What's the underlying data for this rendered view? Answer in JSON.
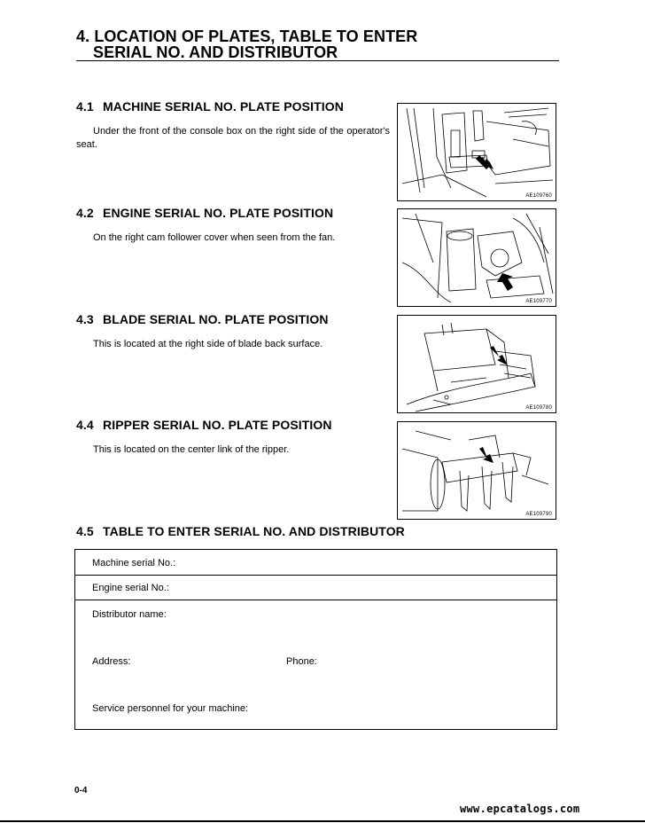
{
  "title": {
    "line1": "4. LOCATION OF PLATES, TABLE TO ENTER",
    "line2": "SERIAL NO. AND DISTRIBUTOR"
  },
  "sections": [
    {
      "num": "4.1",
      "heading": "MACHINE SERIAL NO. PLATE POSITION",
      "text": "Under the front of the console box on the right side of the operator's seat.",
      "figure_code": "AE109760"
    },
    {
      "num": "4.2",
      "heading": "ENGINE SERIAL NO. PLATE POSITION",
      "text": "On the right cam follower cover when seen from the fan.",
      "figure_code": "AE109770"
    },
    {
      "num": "4.3",
      "heading": "BLADE SERIAL NO. PLATE POSITION",
      "text": "This is located at the right side of blade back surface.",
      "figure_code": "AE109780"
    },
    {
      "num": "4.4",
      "heading": "RIPPER SERIAL NO. PLATE POSITION",
      "text": "This is located on the center link of the ripper.",
      "figure_code": "AE109790"
    },
    {
      "num": "4.5",
      "heading": "TABLE TO ENTER SERIAL NO. AND DISTRIBUTOR"
    }
  ],
  "table": {
    "machine_serial": "Machine serial No.:",
    "engine_serial": "Engine serial No.:",
    "distributor_name": "Distributor name:",
    "address": "Address:",
    "phone": "Phone:",
    "service_personnel": "Service personnel for your machine:"
  },
  "page_number": "0-4",
  "watermark": "www.epcatalogs.com"
}
